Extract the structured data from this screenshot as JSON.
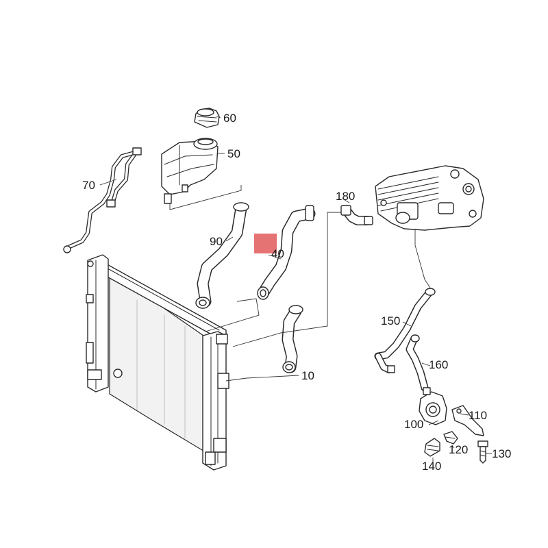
{
  "diagram": {
    "highlight_color": "#e57373",
    "line_color": "#2a2a2a",
    "callouts": {
      "c10": "10",
      "c40": "40",
      "c50": "50",
      "c60": "60",
      "c70": "70",
      "c90": "90",
      "c100": "100",
      "c110": "110",
      "c120": "120",
      "c130": "130",
      "c140": "140",
      "c150": "150",
      "c160": "160",
      "c180": "180"
    }
  }
}
